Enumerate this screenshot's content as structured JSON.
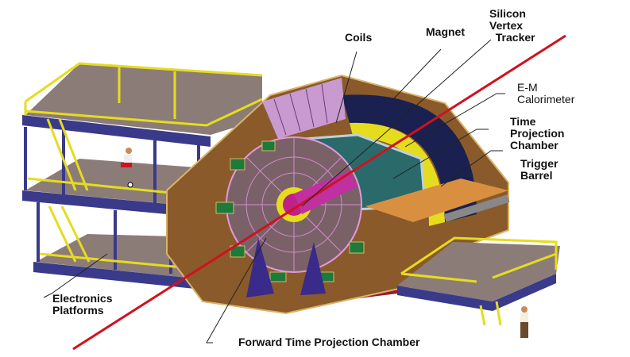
{
  "diagram": {
    "subject": "Particle detector cutaway with electronics platforms",
    "labels": {
      "coils": "Coils",
      "magnet": "Magnet",
      "svt": "Silicon\nVertex\n  Tracker",
      "emcal": "E-M\nCalorimeter",
      "tpc": "Time\nProjection\nChamber",
      "trigger": "Trigger\nBarrel",
      "electronics": "Electronics\nPlatforms",
      "ftpc": "Forward Time Projection Chamber"
    },
    "colors": {
      "beam": "#d0121e",
      "yoke": "#8a5a2b",
      "platform_floor": "#8c7c78",
      "platform_frame": "#3a3a8a",
      "railing": "#e6dc1e",
      "endcap": "#7a6168",
      "tpc": "#2a6a6a",
      "calorimeter": "#1a2050",
      "coil": "#c89ad0",
      "leader": "#222222"
    }
  }
}
